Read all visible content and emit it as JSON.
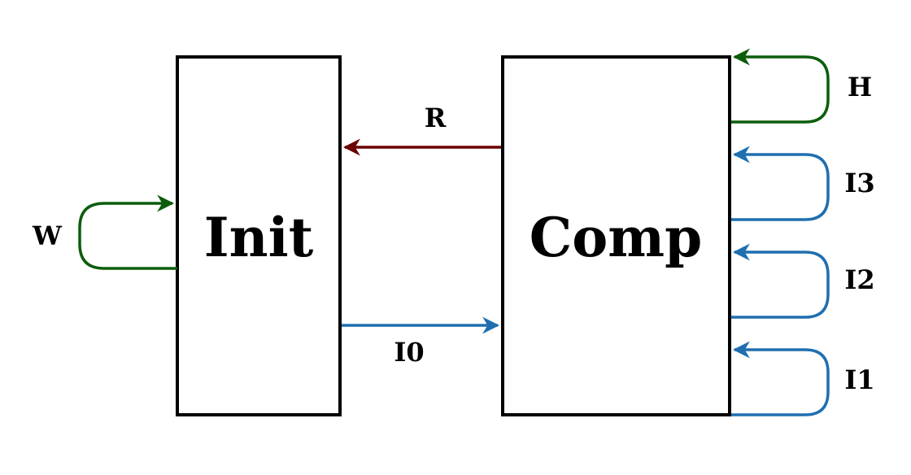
{
  "diagram": {
    "nodes": {
      "init": {
        "label": "Init"
      },
      "comp": {
        "label": "Comp"
      }
    },
    "edges": {
      "w": {
        "label": "W",
        "from": "Init",
        "to": "Init",
        "color": "#0b5d0b"
      },
      "r": {
        "label": "R",
        "from": "Comp",
        "to": "Init",
        "color": "#6b0000"
      },
      "i0": {
        "label": "I0",
        "from": "Init",
        "to": "Comp",
        "color": "#1f6fb0"
      },
      "h": {
        "label": "H",
        "from": "Comp",
        "to": "Comp",
        "color": "#0b5d0b"
      },
      "i3": {
        "label": "I3",
        "from": "Comp",
        "to": "Comp",
        "color": "#1f6fb0"
      },
      "i2": {
        "label": "I2",
        "from": "Comp",
        "to": "Comp",
        "color": "#1f6fb0"
      },
      "i1": {
        "label": "I1",
        "from": "Comp",
        "to": "Comp",
        "color": "#1f6fb0"
      }
    }
  }
}
